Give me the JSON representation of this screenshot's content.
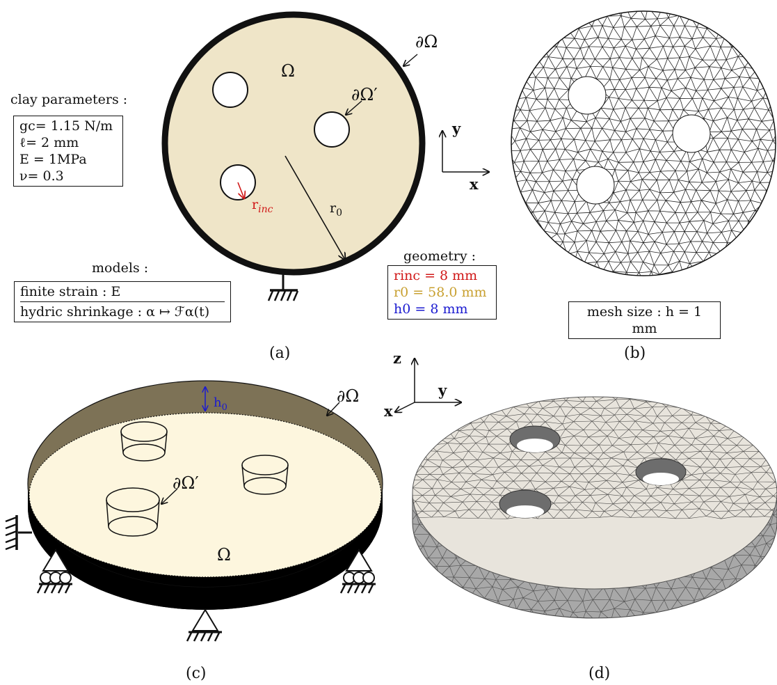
{
  "panel_a": {
    "domain_label": "Ω",
    "boundary_label": "∂Ω",
    "hole_boundary_label": "∂Ω′",
    "r_inc_label": "r",
    "r_inc_sub": "inc",
    "r0_label": "r",
    "r0_sub": "0",
    "clay_title": "clay parameters :",
    "clay_params": [
      "gc= 1.15 N/m",
      "ℓ= 2 mm",
      "E = 1MPa",
      "ν= 0.3"
    ],
    "models_title": "models :",
    "models": [
      "finite strain : E",
      "hydric shrinkage : α ↦ ℱα(t)"
    ],
    "geometry_title": "geometry :",
    "geometry": [
      {
        "text": "rinc = 8 mm",
        "color": "#d01818"
      },
      {
        "text": "r0 = 58.0 mm",
        "color": "#c8a030"
      },
      {
        "text": "h0 = 8 mm",
        "color": "#1a1ad0"
      }
    ],
    "caption": "(a)"
  },
  "axes_2d": {
    "x": "x",
    "y": "y"
  },
  "panel_b": {
    "mesh_size": "mesh size : h = 1 mm",
    "caption": "(b)"
  },
  "axes_3d": {
    "x": "x",
    "y": "y",
    "z": "z"
  },
  "panel_c": {
    "boundary_label": "∂Ω",
    "hole_boundary_label": "∂Ω′",
    "domain_label": "Ω",
    "h0_label": "h",
    "h0_sub": "0",
    "caption": "(c)"
  },
  "panel_d": {
    "caption": "(d)"
  },
  "colors": {
    "domain_fill": "#efe5c8",
    "disc_top_c": "#fdf6de",
    "wall_c": "#7d7256",
    "mesh_top": "#e8e4dc",
    "mesh_side": "#a8a8a8",
    "red": "#d01818",
    "gold": "#c8a030",
    "blue": "#1a1ad0"
  }
}
